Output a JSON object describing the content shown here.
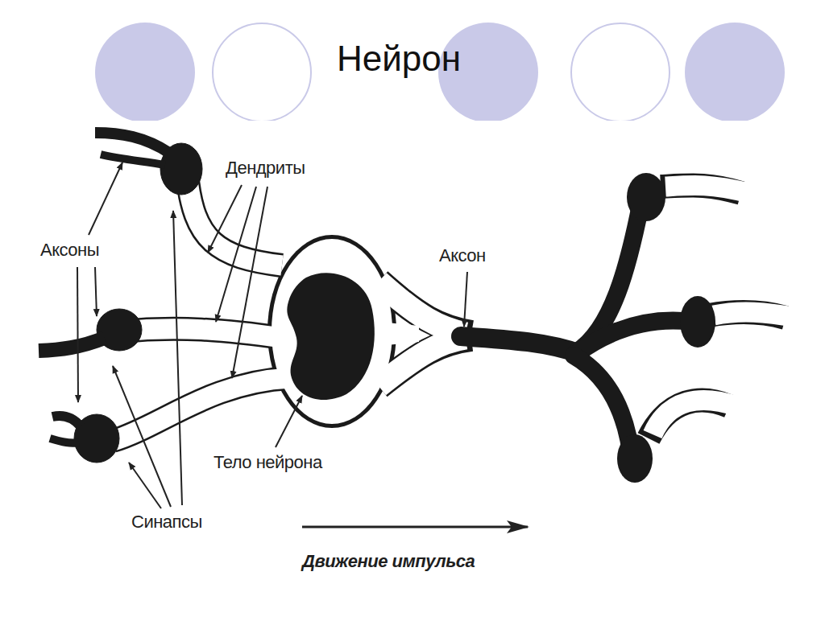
{
  "diagram": {
    "title": "Нейрон",
    "labels": [
      "Дендриты",
      "Аксоны",
      "Аксон",
      "Тело нейрона",
      "Синапсы",
      "Движение импульса"
    ]
  }
}
